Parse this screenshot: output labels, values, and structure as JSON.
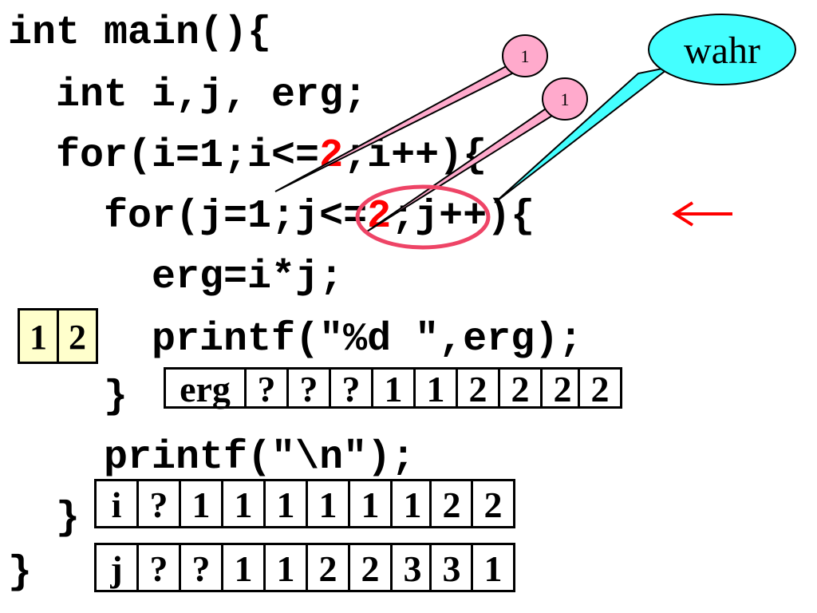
{
  "code": {
    "line1": "int main(){",
    "line2": "  int i,j, erg;",
    "line3_a": "  for(i=1;i<=",
    "line3_b": "2",
    "line3_c": ";i++){",
    "line4_a": "    for(j=1;j<=",
    "line4_b": "2",
    "line4_c": ";j++){",
    "line5": "      erg=i*j;",
    "line6": "      printf(\"%d \",erg);",
    "line7": "    }",
    "line8": "    printf(\"\\n\");",
    "line9": "  }",
    "line10": "}"
  },
  "output": [
    "1",
    "2"
  ],
  "erg_table": {
    "label": "erg",
    "values": [
      "?",
      "?",
      "?",
      "1",
      "1",
      "2",
      "2",
      "2",
      "2"
    ]
  },
  "i_table": {
    "label": "i",
    "values": [
      "?",
      "1",
      "1",
      "1",
      "1",
      "1",
      "1",
      "2",
      "2"
    ]
  },
  "j_table": {
    "label": "j",
    "values": [
      "?",
      "?",
      "1",
      "1",
      "2",
      "2",
      "3",
      "3",
      "1"
    ]
  },
  "bubbles": {
    "pink_top": "1",
    "pink_bottom": "1",
    "cyan": "wahr"
  },
  "colors": {
    "highlight": "#ff0000",
    "pink_bubble": "#ffaacc",
    "cyan_bubble": "#44ffff",
    "output_fill": "#ffffcc",
    "ellipse": "#ee4466"
  },
  "arrow_icon": "left-arrow-icon"
}
